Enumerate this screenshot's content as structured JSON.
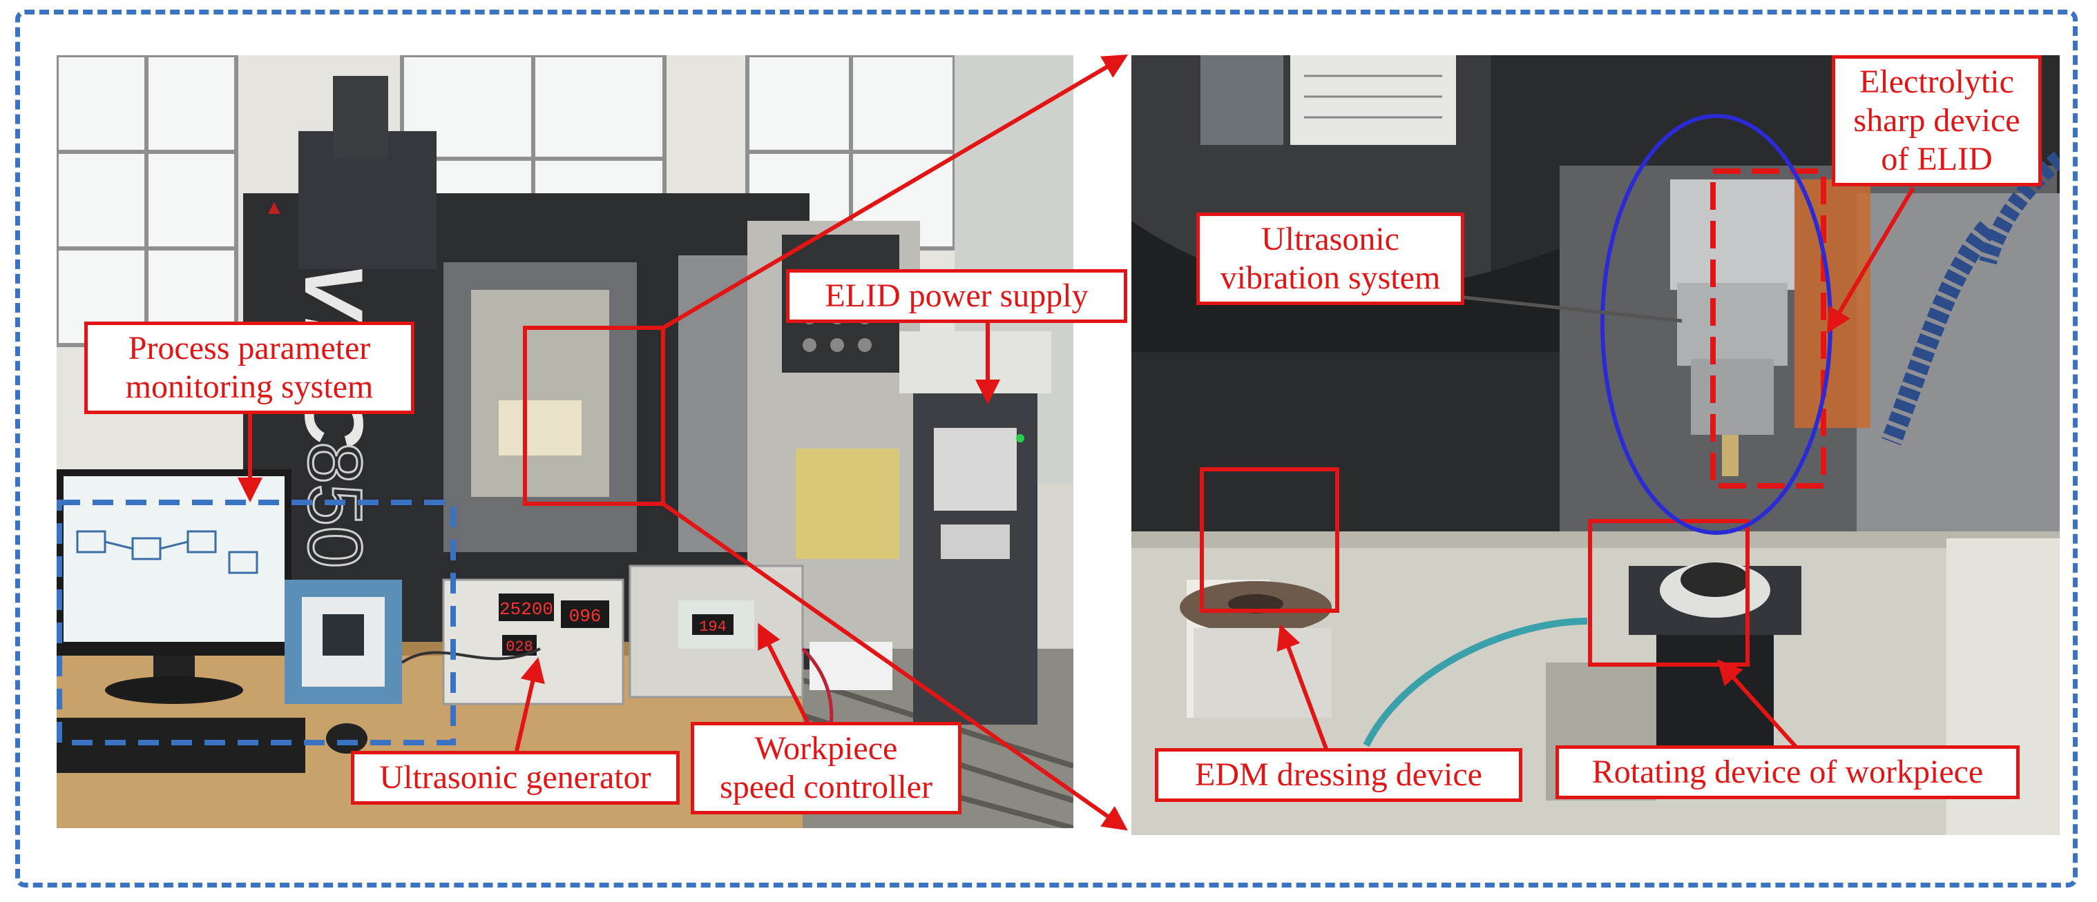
{
  "labels": {
    "process_monitor": [
      "Process parameter",
      "monitoring system"
    ],
    "elid_power": "ELID power supply",
    "ultrasonic_generator": "Ultrasonic generator",
    "workpiece_speed": [
      "Workpiece",
      "speed controller"
    ],
    "ultrasonic_vibration": [
      "Ultrasonic",
      "vibration system"
    ],
    "electrolytic_sharp": [
      "Electrolytic",
      "sharp device",
      "of ELID"
    ],
    "edm_dressing": "EDM dressing device",
    "rotating_device": "Rotating device of workpiece"
  },
  "machine_text": {
    "brand": "VMC",
    "model": "850",
    "display_1": "25200",
    "display_2": "096",
    "display_3": "028",
    "display_4": "194"
  },
  "colors": {
    "frame": "#3b73c4",
    "label_red": "#e31414",
    "ellipse_blue": "#2b2bd6"
  }
}
